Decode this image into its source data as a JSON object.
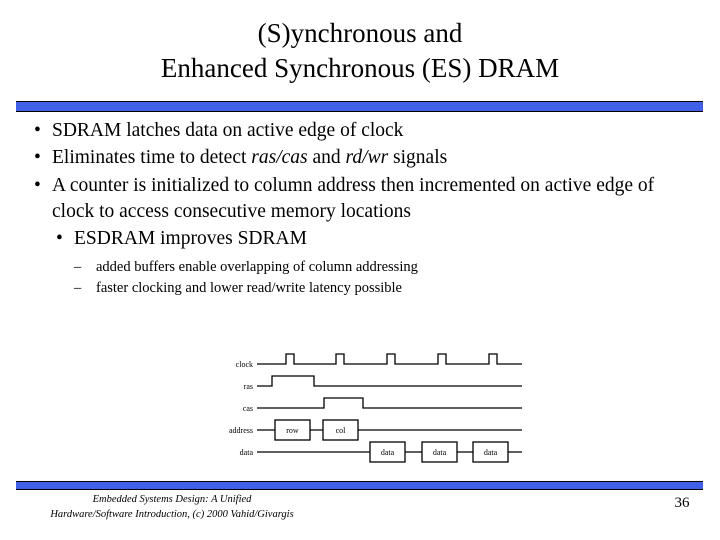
{
  "slide": {
    "title_lines": [
      "(S)ynchronous and",
      "Enhanced Synchronous (ES) DRAM"
    ],
    "accent_color": "#4060E8",
    "bullets": [
      {
        "marker": "•",
        "level": 1,
        "indent_more": false,
        "parts": [
          {
            "text": "SDRAM latches data on active edge of clock",
            "italic": false
          }
        ]
      },
      {
        "marker": "•",
        "level": 1,
        "indent_more": false,
        "parts": [
          {
            "text": "Eliminates time to detect ",
            "italic": false
          },
          {
            "text": "ras/cas",
            "italic": true
          },
          {
            "text": " and ",
            "italic": false
          },
          {
            "text": "rd/wr",
            "italic": true
          },
          {
            "text": " signals",
            "italic": false
          }
        ]
      },
      {
        "marker": "•",
        "level": 1,
        "indent_more": false,
        "parts": [
          {
            "text": "A counter is initialized to column address then incremented on active edge of clock to access consecutive memory locations",
            "italic": false
          }
        ]
      },
      {
        "marker": "•",
        "level": 1,
        "indent_more": true,
        "parts": [
          {
            "text": "ESDRAM improves SDRAM",
            "italic": false
          }
        ]
      }
    ],
    "sub_bullets": [
      {
        "marker": "–",
        "text": "added buffers enable overlapping of column addressing"
      },
      {
        "marker": "–",
        "text": "faster clocking and lower read/write latency possible"
      }
    ],
    "timing_diagram": {
      "signals": [
        {
          "name": "clock",
          "label": "clock"
        },
        {
          "name": "ras",
          "label": "ras"
        },
        {
          "name": "cas",
          "label": "cas"
        },
        {
          "name": "address",
          "label": "address"
        },
        {
          "name": "data",
          "label": "data"
        }
      ],
      "address_boxes": [
        {
          "label": "row"
        },
        {
          "label": "col"
        }
      ],
      "data_boxes": [
        {
          "label": "data"
        },
        {
          "label": "data"
        },
        {
          "label": "data"
        }
      ],
      "clock_pulse_count": 5
    },
    "footer": {
      "credit_lines": [
        "Embedded Systems Design: A Unified",
        "Hardware/Software Introduction, (c) 2000 Vahid/Givargis"
      ],
      "page_number": "36"
    }
  }
}
